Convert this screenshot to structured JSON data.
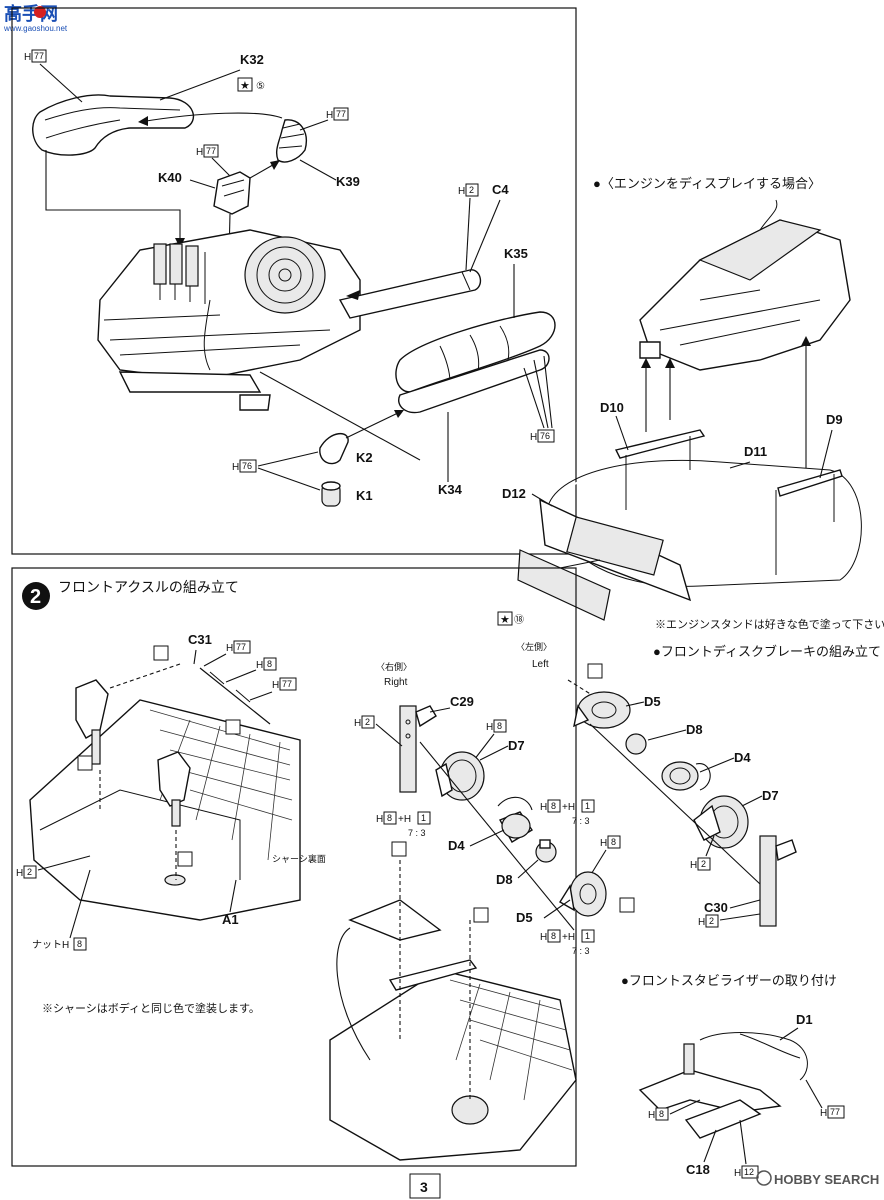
{
  "logo": {
    "text": "高手网",
    "sub": "www.gaoshou.net"
  },
  "watermark": {
    "text": "HOBBY SEARCH"
  },
  "page_number": "3",
  "top_panel": {
    "labels": {
      "k32": "K32",
      "k40": "K40",
      "k39": "K39",
      "c4": "C4",
      "k35": "K35",
      "k2": "K2",
      "k1": "K1",
      "k34": "K34",
      "h77a": "H",
      "h77a_n": "77",
      "h77b": "H",
      "h77b_n": "77",
      "h77c": "H",
      "h77c_n": "77",
      "h2": "H",
      "h2_n": "2",
      "h76a": "H",
      "h76a_n": "76",
      "h76b": "H",
      "h76b_n": "76",
      "star5": "⑤"
    }
  },
  "engine_display": {
    "heading": "●〈エンジンをディスプレイする場合〉",
    "labels": {
      "d10": "D10",
      "d9": "D9",
      "d11": "D11",
      "d12": "D12",
      "star18": "⑱"
    },
    "note": "※エンジンスタンドは好きな色で塗って下さい。"
  },
  "step2": {
    "number": "2",
    "title": "フロントアクスルの組み立て",
    "labels": {
      "c31": "C31",
      "a1": "A1",
      "chassis_back": "シャーシ裏面",
      "h77": "H",
      "h77_n": "77",
      "h8": "H",
      "h8_n": "8",
      "h77b": "H",
      "h77b_n": "77",
      "h2": "H",
      "h2_n": "2",
      "nut": "ナットH",
      "nut_n": "8"
    },
    "note": "※シャーシはボディと同じ色で塗装します。",
    "right_jp": "〈右側〉",
    "right_en": "Right",
    "left_jp": "〈左側〉",
    "left_en": "Left",
    "right_labels": {
      "c29": "C29",
      "d7": "D7",
      "d4": "D4",
      "d8": "D8",
      "d5": "D5",
      "h2": "H",
      "h2_n": "2",
      "h8": "H",
      "h8_n": "8",
      "mix1": "H",
      "mix1_a": "8",
      "mix1_plus": "+H",
      "mix1_b": "1",
      "ratio1": "7 : 3",
      "mix2": "H",
      "mix2_a": "8",
      "mix2_plus": "+H",
      "mix2_b": "1",
      "ratio2": "7 : 3",
      "h8b": "H",
      "h8b_n": "8",
      "mix3": "H",
      "mix3_a": "8",
      "mix3_plus": "+H",
      "mix3_b": "1",
      "ratio3": "7 : 3"
    }
  },
  "disc_brake": {
    "heading": "●フロントディスクブレーキの組み立て",
    "labels": {
      "d5": "D5",
      "d8": "D8",
      "d4": "D4",
      "d7": "D7",
      "c30": "C30",
      "h2a": "H",
      "h2a_n": "2",
      "h2b": "H",
      "h2b_n": "2"
    }
  },
  "stabilizer": {
    "heading": "●フロントスタビライザーの取り付け",
    "labels": {
      "d1": "D1",
      "c18": "C18",
      "h8": "H",
      "h8_n": "8",
      "h77": "H",
      "h77_n": "77",
      "h12": "H",
      "h12_n": "12"
    }
  }
}
